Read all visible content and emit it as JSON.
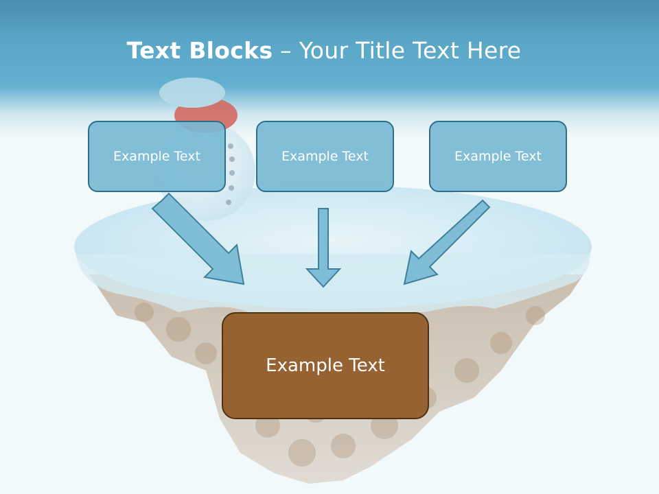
{
  "slide": {
    "title_bold": "Text Blocks",
    "title_rest": " – Your Title Text Here",
    "boxes": [
      {
        "label": "Example Text"
      },
      {
        "label": "Example Text"
      },
      {
        "label": "Example Text"
      }
    ],
    "center_box": {
      "label": "Example Text"
    }
  },
  "colors": {
    "header_blue": "#5aa6c6",
    "box_fill": "#78bad4",
    "box_border": "#2f6e8a",
    "arrow_fill": "#7fbdd6",
    "center_fill": "#966232",
    "center_border": "#4d3214"
  }
}
